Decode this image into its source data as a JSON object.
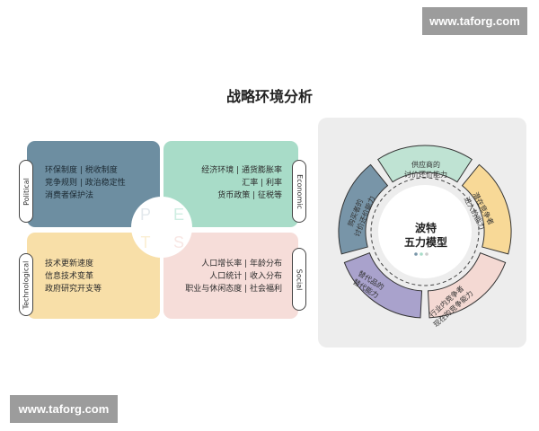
{
  "watermark": {
    "top_text": "www.taforg.com",
    "bottom_text": "www.taforg.com"
  },
  "page_title": "战略环境分析",
  "pest": {
    "political": {
      "label": "Political",
      "lines": [
        "环保制度 | 税收制度",
        "竞争规则 | 政治稳定性",
        "消费者保护法"
      ],
      "letter": "P",
      "color": "#6d8ea1"
    },
    "economic": {
      "label": "Economic",
      "lines": [
        "经济环境 | 通货膨胀率",
        "汇率 | 利率",
        "货币政策 | 征税等"
      ],
      "letter": "E",
      "color": "#a8dcc8"
    },
    "technological": {
      "label": "Technological",
      "lines": [
        "技术更新速度",
        "信息技术变革",
        "政府研究开支等"
      ],
      "letter": "T",
      "color": "#f8dfa8"
    },
    "social": {
      "label": "Social",
      "lines": [
        "人口增长率 | 年龄分布",
        "人口统计 | 收入分布",
        "职业与休闲态度 | 社会福利"
      ],
      "letter": "S",
      "color": "#f6ddd9"
    }
  },
  "five_forces": {
    "hub_line1": "波特",
    "hub_line2": "五力模型",
    "segments": [
      {
        "name": "supplier",
        "lines": [
          "供应商的",
          "讨价还价能力"
        ],
        "color": "#bfe3d3"
      },
      {
        "name": "potential-entrants",
        "lines": [
          "潜在竞争者",
          "进入的能力"
        ],
        "color": "#f8d997"
      },
      {
        "name": "industry-rivalry",
        "lines": [
          "行业内竞争者",
          "现在的竞争能力"
        ],
        "color": "#f4d9d3"
      },
      {
        "name": "substitutes",
        "lines": [
          "替代品的",
          "替代能力"
        ],
        "color": "#a9a2cc"
      },
      {
        "name": "buyer",
        "lines": [
          "购买者的",
          "讨价还价能力"
        ],
        "color": "#7895a8"
      }
    ]
  }
}
